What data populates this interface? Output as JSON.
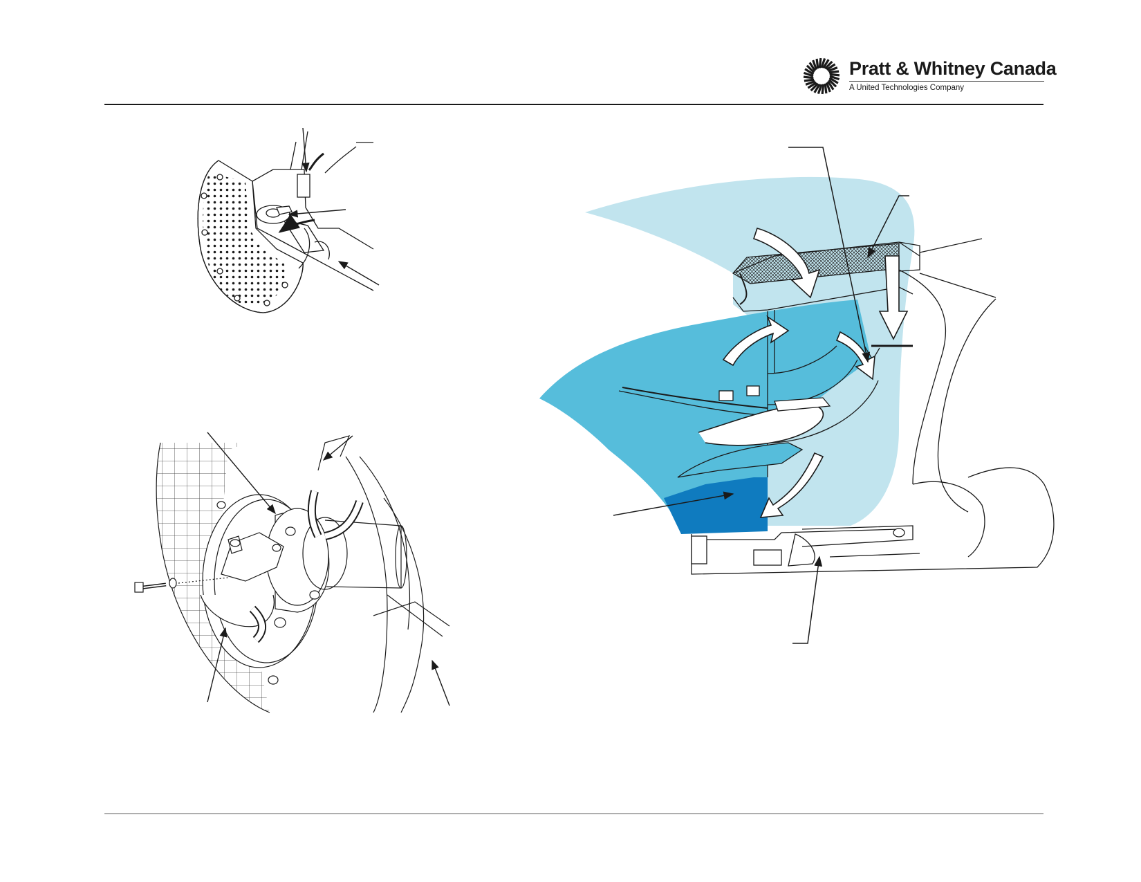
{
  "header": {
    "company_name": "Pratt & Whitney Canada",
    "company_tagline": "A United Technologies Company",
    "logo_icon": "pwc-sunburst-logo"
  },
  "figures": [
    {
      "id": "inlet-screen-detail",
      "icon": "inlet-screen-bracket-illustration"
    },
    {
      "id": "inlet-cover-assembly",
      "icon": "inlet-cover-exploded-illustration"
    },
    {
      "id": "air-intake-cutaway",
      "icon": "air-intake-cutaway-illustration"
    }
  ],
  "colors": {
    "airflow_light": "#c1e4ee",
    "airflow_medium": "#56bddb",
    "airflow_dark": "#0f7bbf",
    "line_art": "#1a1a1a",
    "rule": "#1a1a1a"
  }
}
